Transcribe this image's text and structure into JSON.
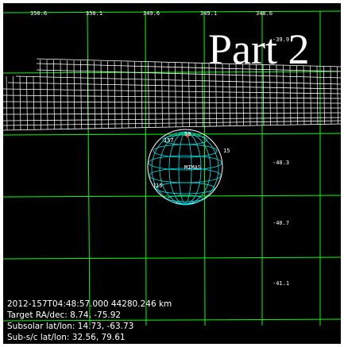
{
  "overlay": {
    "title": "Part 2"
  },
  "grid": {
    "top_labels": [
      "350.6",
      "350.1",
      "349.6",
      "349.1",
      "348.6"
    ],
    "right_labels": [
      "-39.9",
      "-40.3",
      "-40.7",
      "-41.1"
    ]
  },
  "body_labels": {
    "center": "MIMAS",
    "ring_label_left": "157",
    "ring_label_top": "50",
    "ring_label_right": "15",
    "ring_label_lower_left": "115"
  },
  "info": {
    "line1": "2012-157T04:48:57.000  44280.246 km",
    "line2": "Target RA/dec: 8.74, -75.92",
    "line3": "Subsolar lat/lon: 14.73, -63.73",
    "line4": "Sub-s/c lat/lon: 32.56, 79.61"
  },
  "colors": {
    "background": "#000000",
    "frame": "#ffffff",
    "grid": "#00ff00",
    "body_outline": "#ffffff",
    "body_grid": "#00e5e5",
    "text": "#ffffff"
  }
}
